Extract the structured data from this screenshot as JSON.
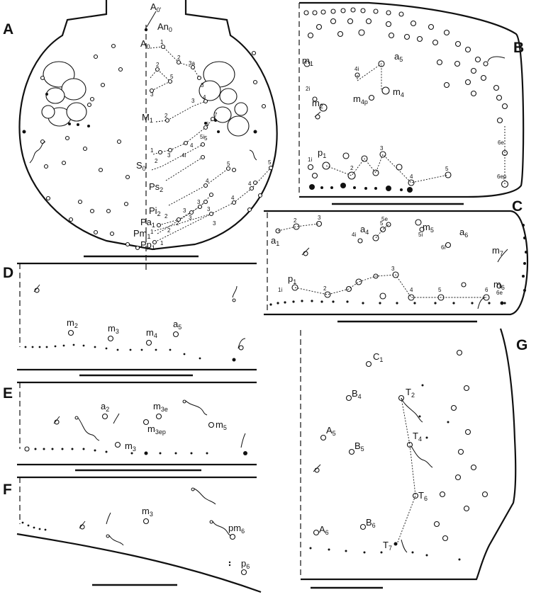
{
  "panels": {
    "A": {
      "letter": "A"
    },
    "B": {
      "letter": "B"
    },
    "C": {
      "letter": "C"
    },
    "D": {
      "letter": "D"
    },
    "E": {
      "letter": "E"
    },
    "F": {
      "letter": "F"
    },
    "G": {
      "letter": "G"
    }
  },
  "labels_A": [
    {
      "t": "A",
      "s": "0'"
    },
    {
      "t": "An",
      "s": "0"
    },
    {
      "t": "A",
      "s": "0"
    },
    {
      "t": "M",
      "s": "1"
    },
    {
      "t": "S",
      "s": "0"
    },
    {
      "t": "Ps",
      "s": "2"
    },
    {
      "t": "Pi",
      "s": "2"
    },
    {
      "t": "Pa",
      "s": "1"
    },
    {
      "t": "Pm",
      "s": "1"
    },
    {
      "t": "Pp",
      "s": "1"
    }
  ],
  "nums_A": [
    "1",
    "2",
    "3a",
    "2",
    "5",
    "3",
    "3",
    "4",
    "3",
    "2",
    "7",
    "6",
    "5i",
    "4",
    "4i",
    "3",
    "1",
    "2",
    "5",
    "5",
    "4",
    "4",
    "3",
    "3",
    "3",
    "2",
    "2",
    "1",
    "5",
    "4",
    "3",
    "3",
    "2",
    "1"
  ],
  "labels_B": [
    {
      "t": "m",
      "s": "1"
    },
    {
      "t": "a",
      "s": "5"
    },
    {
      "t": "m",
      "s": "2"
    },
    {
      "t": "m",
      "s": "4"
    },
    {
      "t": "m",
      "s": "4p"
    },
    {
      "t": "p",
      "s": "1"
    }
  ],
  "nums_B": [
    "4i",
    "2i",
    "6e",
    "1i",
    "3",
    "2",
    "4",
    "5",
    "6ep"
  ],
  "labels_C": [
    {
      "t": "a",
      "s": "1"
    },
    {
      "t": "a",
      "s": "4"
    },
    {
      "t": "m",
      "s": "5"
    },
    {
      "t": "a",
      "s": "6"
    },
    {
      "t": "m",
      "s": "7"
    },
    {
      "t": "p",
      "s": "1"
    },
    {
      "t": "m",
      "s": "6"
    }
  ],
  "nums_C": [
    "2",
    "3",
    "4i",
    "5",
    "5e",
    "5i",
    "6i",
    "1i",
    "2",
    "3",
    "4",
    "5",
    "6",
    "6e"
  ],
  "labels_D": [
    {
      "t": "m",
      "s": "2"
    },
    {
      "t": "m",
      "s": "3"
    },
    {
      "t": "m",
      "s": "4"
    },
    {
      "t": "a",
      "s": "5"
    }
  ],
  "labels_E": [
    {
      "t": "a",
      "s": "2"
    },
    {
      "t": "m",
      "s": "3e"
    },
    {
      "t": "m",
      "s": "3ep"
    },
    {
      "t": "m",
      "s": "5"
    },
    {
      "t": "m",
      "s": "3"
    }
  ],
  "labels_F": [
    {
      "t": "m",
      "s": "3"
    },
    {
      "t": "pm",
      "s": "6"
    },
    {
      "t": "p",
      "s": "6"
    }
  ],
  "labels_G": [
    {
      "t": "C",
      "s": "1"
    },
    {
      "t": "B",
      "s": "4"
    },
    {
      "t": "T",
      "s": "2"
    },
    {
      "t": "A",
      "s": "5"
    },
    {
      "t": "T",
      "s": "4"
    },
    {
      "t": "B",
      "s": "5"
    },
    {
      "t": "T",
      "s": "6"
    },
    {
      "t": "A",
      "s": "6"
    },
    {
      "t": "B",
      "s": "6"
    },
    {
      "t": "T",
      "s": "7"
    }
  ]
}
